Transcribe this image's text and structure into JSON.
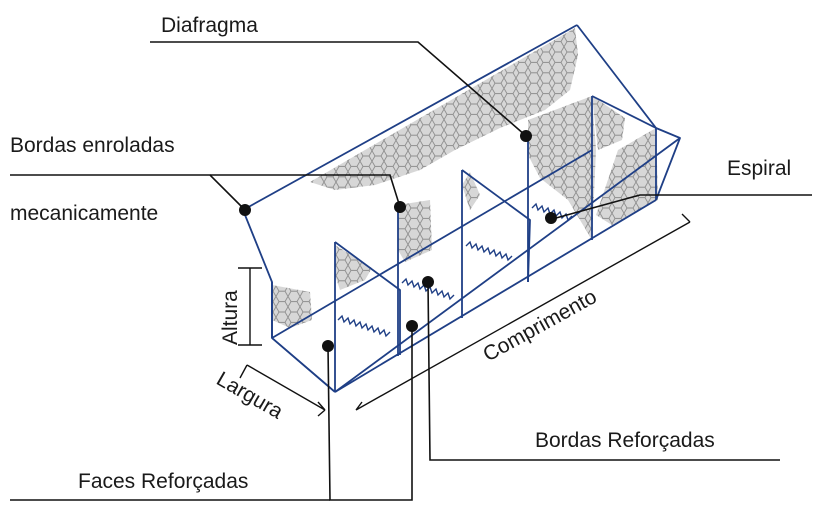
{
  "labels": {
    "diaphragm": "Diafragma",
    "rolled_edges_line1": "Bordas enroladas",
    "rolled_edges_line2": "mecanicamente",
    "spiral": "Espiral",
    "height": "Altura",
    "length": "Comprimento",
    "width": "Largura",
    "reinforced_edges": "Bordas Reforçadas",
    "reinforced_faces": "Faces Reforçadas"
  },
  "colors": {
    "frame": "#1f3f86",
    "mesh_fill": "#cfcfcf",
    "mesh_line": "#8a8a8a",
    "text": "#1a1a1a",
    "leader": "#111111"
  }
}
